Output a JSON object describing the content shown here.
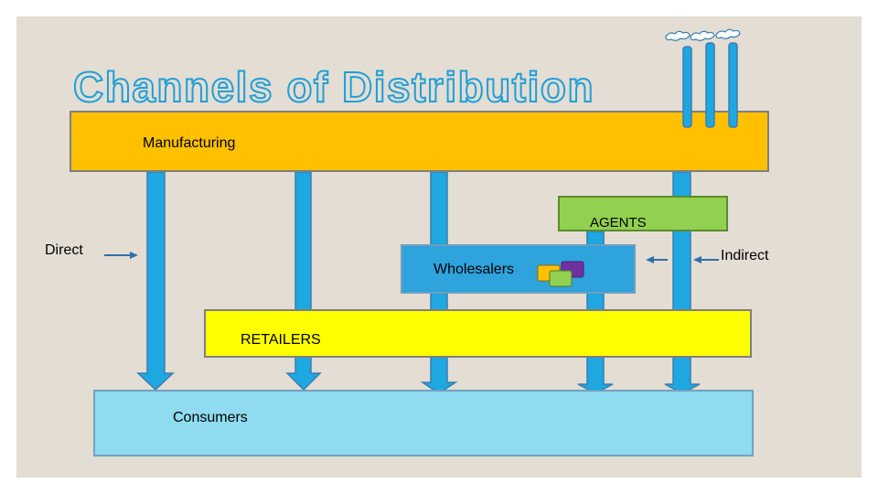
{
  "title": "Channels of Distribution",
  "nodes": {
    "manufacturing": "Manufacturing",
    "agents": "AGENTS",
    "wholesalers": "Wholesalers",
    "retailers": "RETAILERS",
    "consumers": "Consumers"
  },
  "labels": {
    "direct": "Direct",
    "indirect": "Indirect"
  },
  "colors": {
    "background": "#e3ddd3",
    "title_outline": "#1f9fd8",
    "manufacturing": "#ffc000",
    "agents": "#92d050",
    "wholesalers": "#2ea3dc",
    "retailers": "#ffff00",
    "consumers": "#8fdbf0",
    "arrow_fill": "#1ea7e1",
    "arrow_stroke": "#3a7fb0"
  },
  "icons": [
    "factory-smokestacks-icon",
    "stacked-folders-icon",
    "left-arrow-icon",
    "right-arrow-icon"
  ]
}
